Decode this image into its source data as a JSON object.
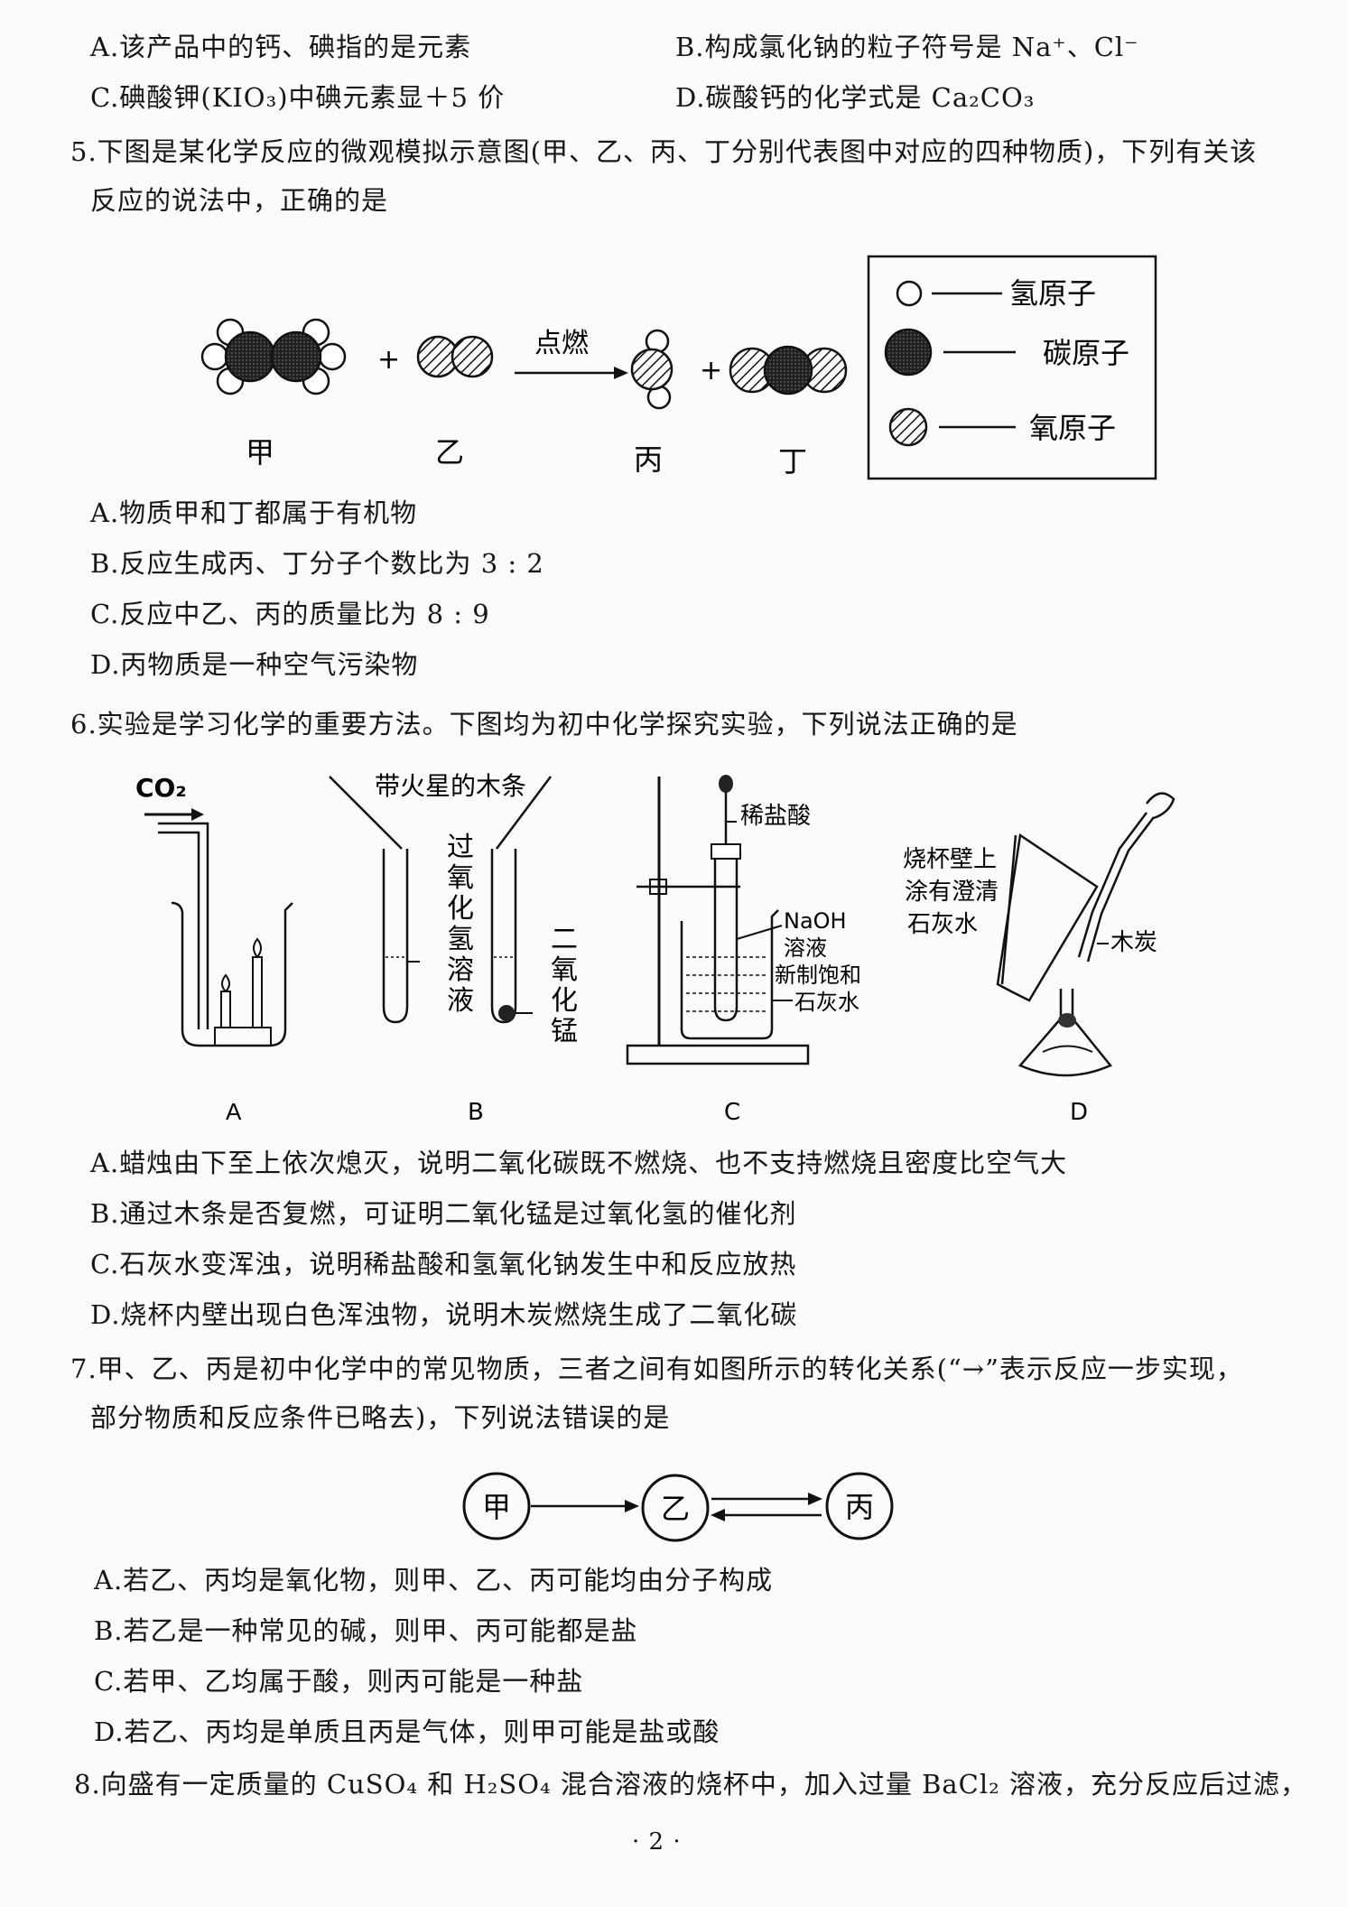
{
  "q4": {
    "options": {
      "A": "A.该产品中的钙、碘指的是元素",
      "B": "B.构成氯化钠的粒子符号是 Na⁺、Cl⁻",
      "C": "C.碘酸钾(KIO₃)中碘元素显＋5 价",
      "D": "D.碳酸钙的化学式是 Ca₂CO₃"
    }
  },
  "q5": {
    "stem_line1": "5.下图是某化学反应的微观模拟示意图(甲、乙、丙、丁分别代表图中对应的四种物质)，下列有关该",
    "stem_line2": "反应的说法中，正确的是",
    "diagram": {
      "condition": "点燃",
      "plus": "+",
      "labels": [
        "甲",
        "乙",
        "丙",
        "丁"
      ],
      "legend": {
        "hydrogen": "氢原子",
        "carbon": "碳原子",
        "oxygen": "氧原子"
      }
    },
    "options": {
      "A": "A.物质甲和丁都属于有机物",
      "B": "B.反应生成丙、丁分子个数比为 3 : 2",
      "C": "C.反应中乙、丙的质量比为 8 : 9",
      "D": "D.丙物质是一种空气污染物"
    }
  },
  "q6": {
    "stem": "6.实验是学习化学的重要方法。下图均为初中化学探究实验，下列说法正确的是",
    "figA": {
      "gas": "CO₂",
      "caption": "A"
    },
    "figB": {
      "splint": "带火星的木条",
      "liquid": [
        "过",
        "氧",
        "化",
        "氢",
        "溶",
        "液"
      ],
      "solid": [
        "二",
        "氧",
        "化",
        "锰"
      ],
      "caption": "B"
    },
    "figC": {
      "acid": "稀盐酸",
      "naoh": [
        "NaOH",
        "溶液"
      ],
      "limewater": [
        "新制饱和",
        "石灰水"
      ],
      "caption": "C"
    },
    "figD": {
      "beaker_note": [
        "烧杯壁上",
        "涂有澄清",
        "石灰水"
      ],
      "charcoal": "木炭",
      "caption": "D"
    },
    "options": {
      "A": "A.蜡烛由下至上依次熄灭，说明二氧化碳既不燃烧、也不支持燃烧且密度比空气大",
      "B": "B.通过木条是否复燃，可证明二氧化锰是过氧化氢的催化剂",
      "C": "C.石灰水变浑浊，说明稀盐酸和氢氧化钠发生中和反应放热",
      "D": "D.烧杯内壁出现白色浑浊物，说明木炭燃烧生成了二氧化碳"
    }
  },
  "q7": {
    "stem_line1": "7.甲、乙、丙是初中化学中的常见物质，三者之间有如图所示的转化关系(“→”表示反应一步实现，",
    "stem_line2": "部分物质和反应条件已略去)，下列说法错误的是",
    "nodes": [
      "甲",
      "乙",
      "丙"
    ],
    "options": {
      "A": "A.若乙、丙均是氧化物，则甲、乙、丙可能均由分子构成",
      "B": "B.若乙是一种常见的碱，则甲、丙可能都是盐",
      "C": "C.若甲、乙均属于酸，则丙可能是一种盐",
      "D": "D.若乙、丙均是单质且丙是气体，则甲可能是盐或酸"
    }
  },
  "q8": {
    "stem": "8.向盛有一定质量的 CuSO₄ 和 H₂SO₄ 混合溶液的烧杯中，加入过量 BaCl₂ 溶液，充分反应后过滤，"
  },
  "footer": {
    "page": "· 2 ·"
  }
}
